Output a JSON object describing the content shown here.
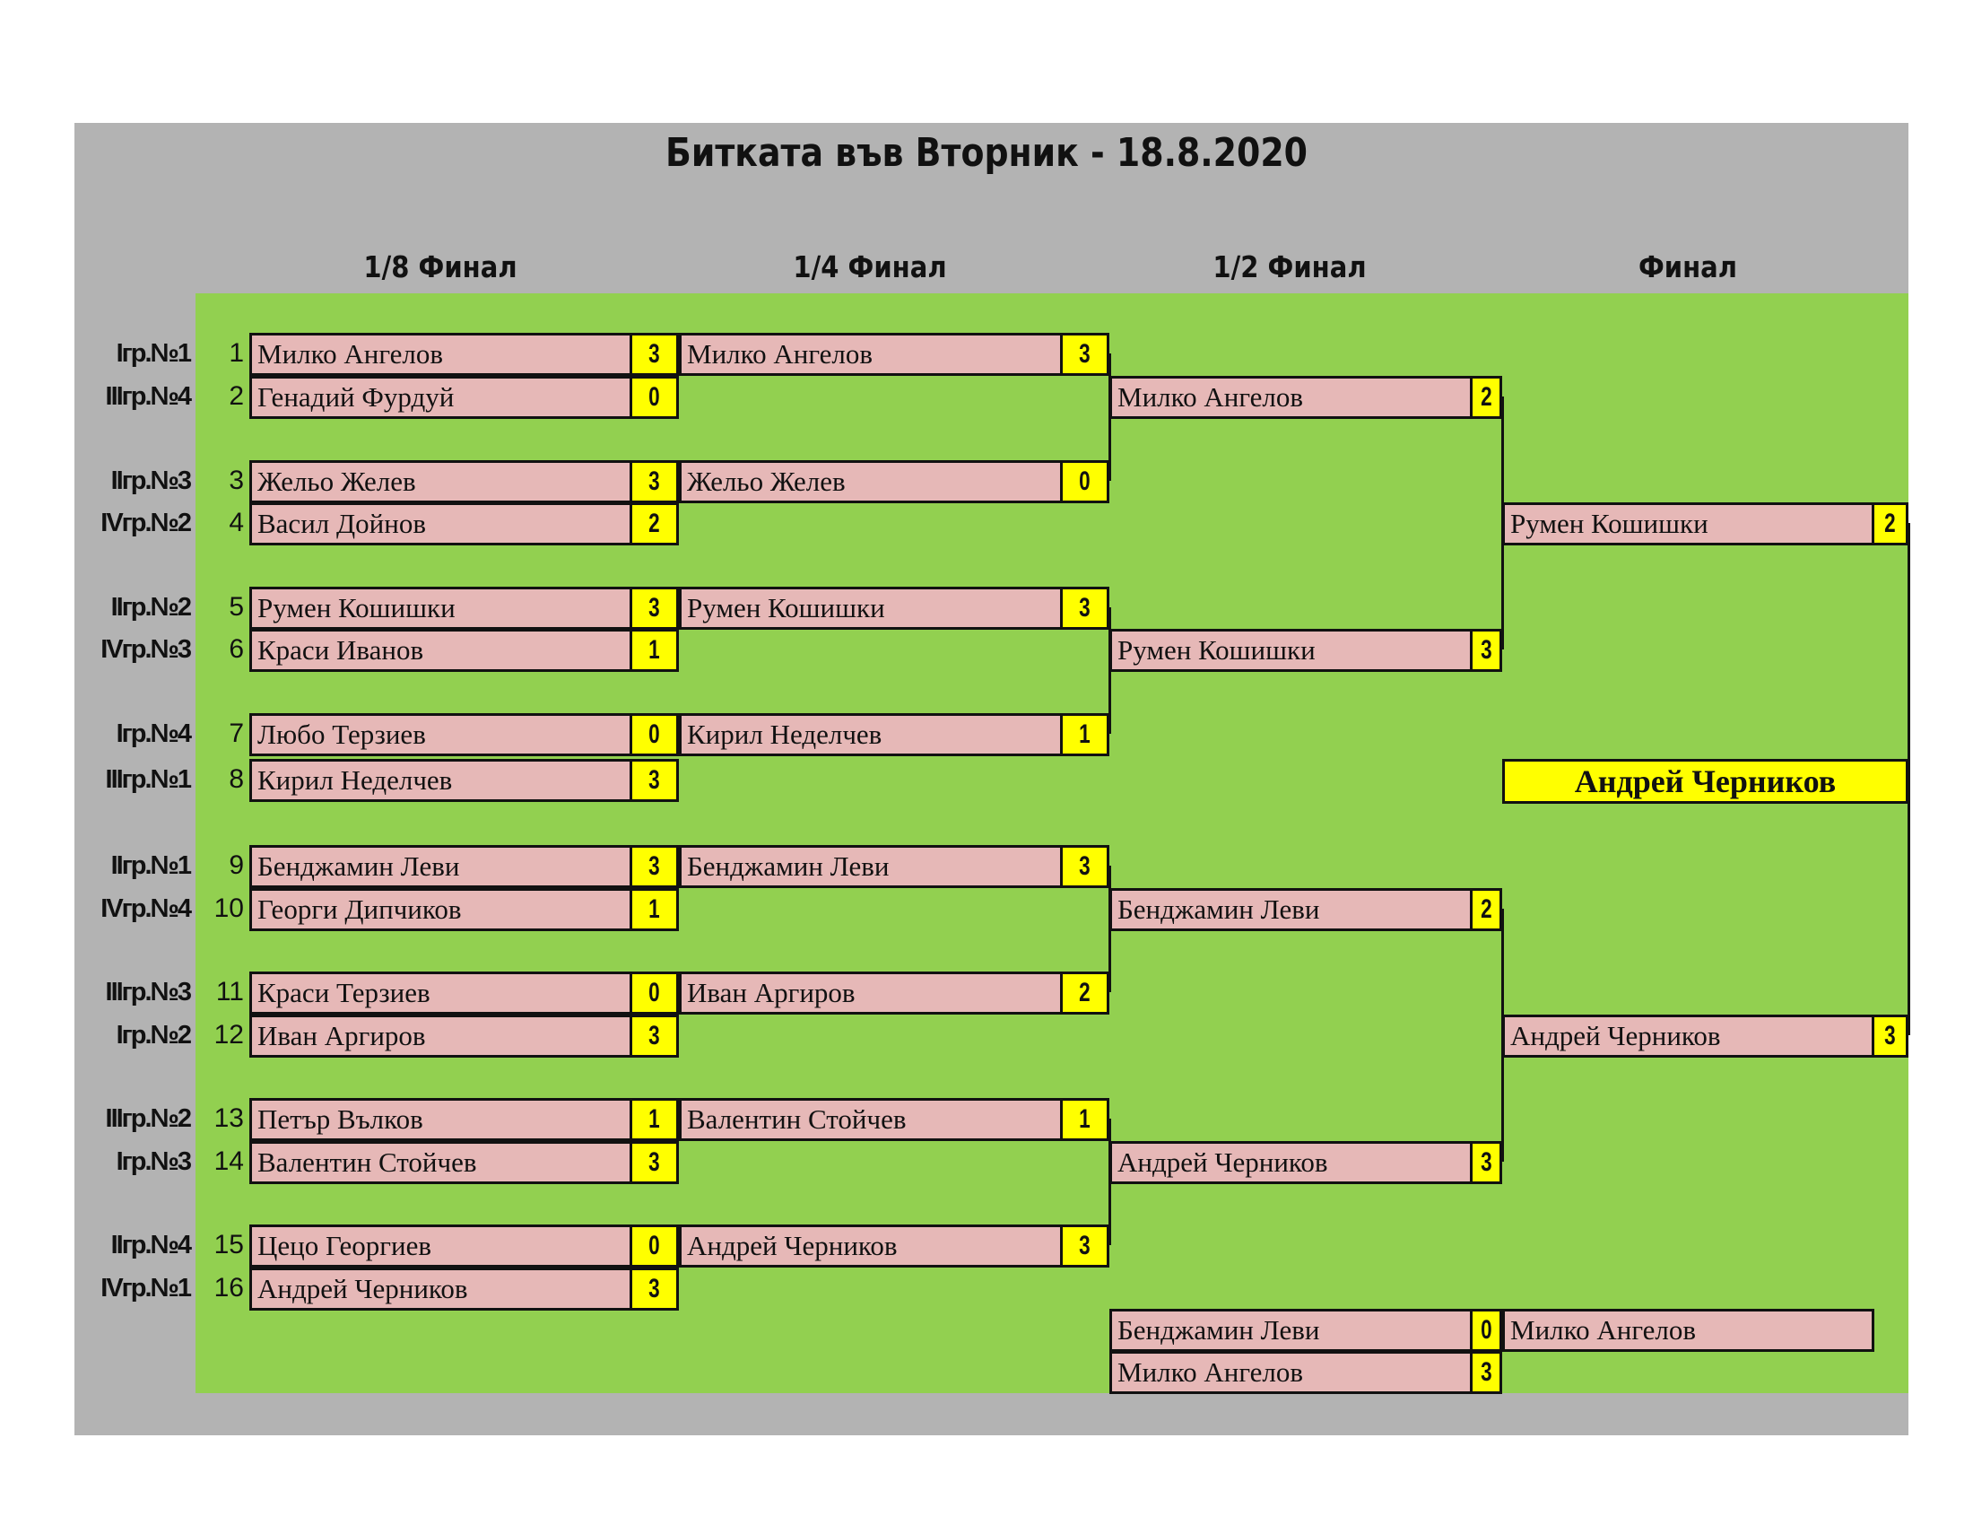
{
  "title": "Битката във Вторник - 18.8.2020",
  "headers": [
    "1/8 Финал",
    "1/4 Финал",
    "1/2 Финал",
    "Финал"
  ],
  "round_of_16": [
    {
      "group": "Iгр.№1",
      "seed": "1",
      "name": "Милко Ангелов",
      "score": "3"
    },
    {
      "group": "IIIгр.№4",
      "seed": "2",
      "name": "Генадий Фурдуй",
      "score": "0"
    },
    {
      "group": "IIгр.№3",
      "seed": "3",
      "name": "Жельо Желев",
      "score": "3"
    },
    {
      "group": "IVгр.№2",
      "seed": "4",
      "name": "Васил Дойнов",
      "score": "2"
    },
    {
      "group": "IIгр.№2",
      "seed": "5",
      "name": "Румен Кошишки",
      "score": "3"
    },
    {
      "group": "IVгр.№3",
      "seed": "6",
      "name": "Краси Иванов",
      "score": "1"
    },
    {
      "group": "Iгр.№4",
      "seed": "7",
      "name": "Любо Терзиев",
      "score": "0"
    },
    {
      "group": "IIIгр.№1",
      "seed": "8",
      "name": "Кирил Неделчев",
      "score": "3"
    },
    {
      "group": "IIгр.№1",
      "seed": "9",
      "name": "Бенджамин Леви",
      "score": "3"
    },
    {
      "group": "IVгр.№4",
      "seed": "10",
      "name": "Георги Дипчиков",
      "score": "1"
    },
    {
      "group": "IIIгр.№3",
      "seed": "11",
      "name": "Краси Терзиев",
      "score": "0"
    },
    {
      "group": "Iгр.№2",
      "seed": "12",
      "name": "Иван Аргиров",
      "score": "3"
    },
    {
      "group": "IIIгр.№2",
      "seed": "13",
      "name": "Петър Вълков",
      "score": "1"
    },
    {
      "group": "Iгр.№3",
      "seed": "14",
      "name": "Валентин Стойчев",
      "score": "3"
    },
    {
      "group": "IIгр.№4",
      "seed": "15",
      "name": "Цецо Георгиев",
      "score": "0"
    },
    {
      "group": "IVгр.№1",
      "seed": "16",
      "name": "Андрей Черников",
      "score": "3"
    }
  ],
  "quarterfinals": [
    {
      "name": "Милко Ангелов",
      "score": "3"
    },
    {
      "name": "Жельо Желев",
      "score": "0"
    },
    {
      "name": "Румен Кошишки",
      "score": "3"
    },
    {
      "name": "Кирил Неделчев",
      "score": "1"
    },
    {
      "name": "Бенджамин Леви",
      "score": "3"
    },
    {
      "name": "Иван Аргиров",
      "score": "2"
    },
    {
      "name": "Валентин Стойчев",
      "score": "1"
    },
    {
      "name": "Андрей Черников",
      "score": "3"
    }
  ],
  "semifinals": [
    {
      "name": "Милко Ангелов",
      "score": "2"
    },
    {
      "name": "Румен Кошишки",
      "score": "3"
    },
    {
      "name": "Бенджамин Леви",
      "score": "2"
    },
    {
      "name": "Андрей Черников",
      "score": "3"
    }
  ],
  "final": [
    {
      "name": "Румен Кошишки",
      "score": "2"
    },
    {
      "name": "Андрей Черников",
      "score": "3"
    }
  ],
  "champion": "Андрей Черников",
  "third_place": {
    "match": [
      {
        "name": "Бенджамин Леви",
        "score": "0"
      },
      {
        "name": "Милко Ангелов",
        "score": "3"
      }
    ],
    "winner": "Милко Ангелов"
  },
  "colors": {
    "panel": "#b3b3b3",
    "field": "#92d050",
    "name_cell": "#e6b8b7",
    "score_cell": "#ffff00"
  }
}
